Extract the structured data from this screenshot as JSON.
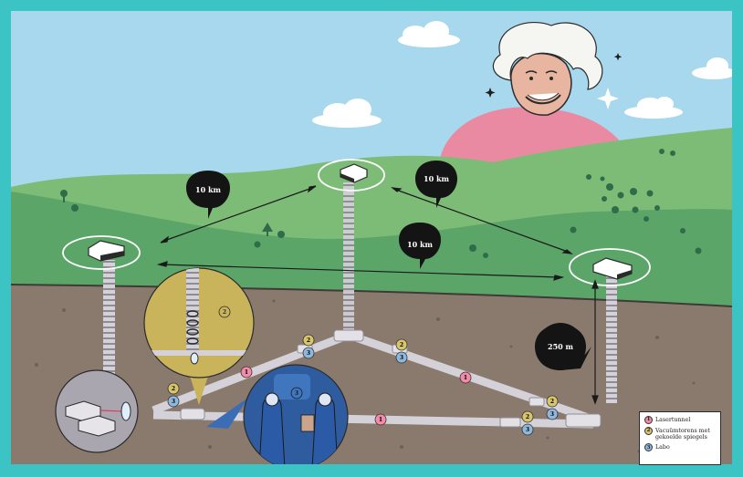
{
  "distances": {
    "left_top": "10 km",
    "top_right": "10 km",
    "left_right": "10 km",
    "depth": "250 m"
  },
  "markers": {
    "lasertunnel": "1",
    "towers": "2",
    "labo": "3"
  },
  "legend": {
    "items": [
      {
        "number": "1",
        "label": "Lasertunnel",
        "color": "#f28aa8"
      },
      {
        "number": "2",
        "label": "Vacuümtorens met gekoelde spiegels",
        "color": "#d8c56a"
      },
      {
        "number": "3",
        "label": "Labo",
        "color": "#8fb8dc"
      }
    ]
  },
  "colors": {
    "border": "#3cc4c4",
    "sky": "#a7d8ee",
    "hill_back": "#7cbc76",
    "hill_front": "#5aa567",
    "ground": "#8a7a6e",
    "tunnel": "#c9c7ce",
    "lasertunnel": "#f28aa8",
    "towers": "#d8c56a",
    "labo": "#8fb8dc",
    "sweater": "#e98aa2"
  }
}
